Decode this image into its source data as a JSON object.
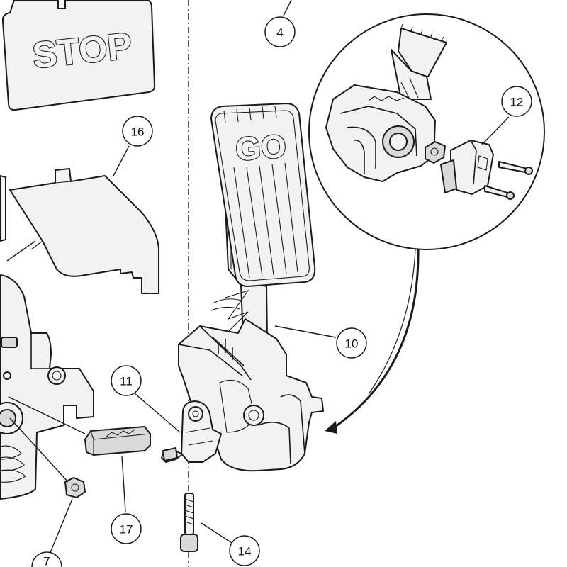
{
  "pedal_labels": {
    "stop": "STOP",
    "go": "GO"
  },
  "callouts": [
    {
      "id": "4",
      "label": "4"
    },
    {
      "id": "7",
      "label": "7"
    },
    {
      "id": "10",
      "label": "10"
    },
    {
      "id": "11",
      "label": "11"
    },
    {
      "id": "12",
      "label": "12"
    },
    {
      "id": "14",
      "label": "14"
    },
    {
      "id": "16",
      "label": "16"
    },
    {
      "id": "17",
      "label": "17"
    }
  ]
}
